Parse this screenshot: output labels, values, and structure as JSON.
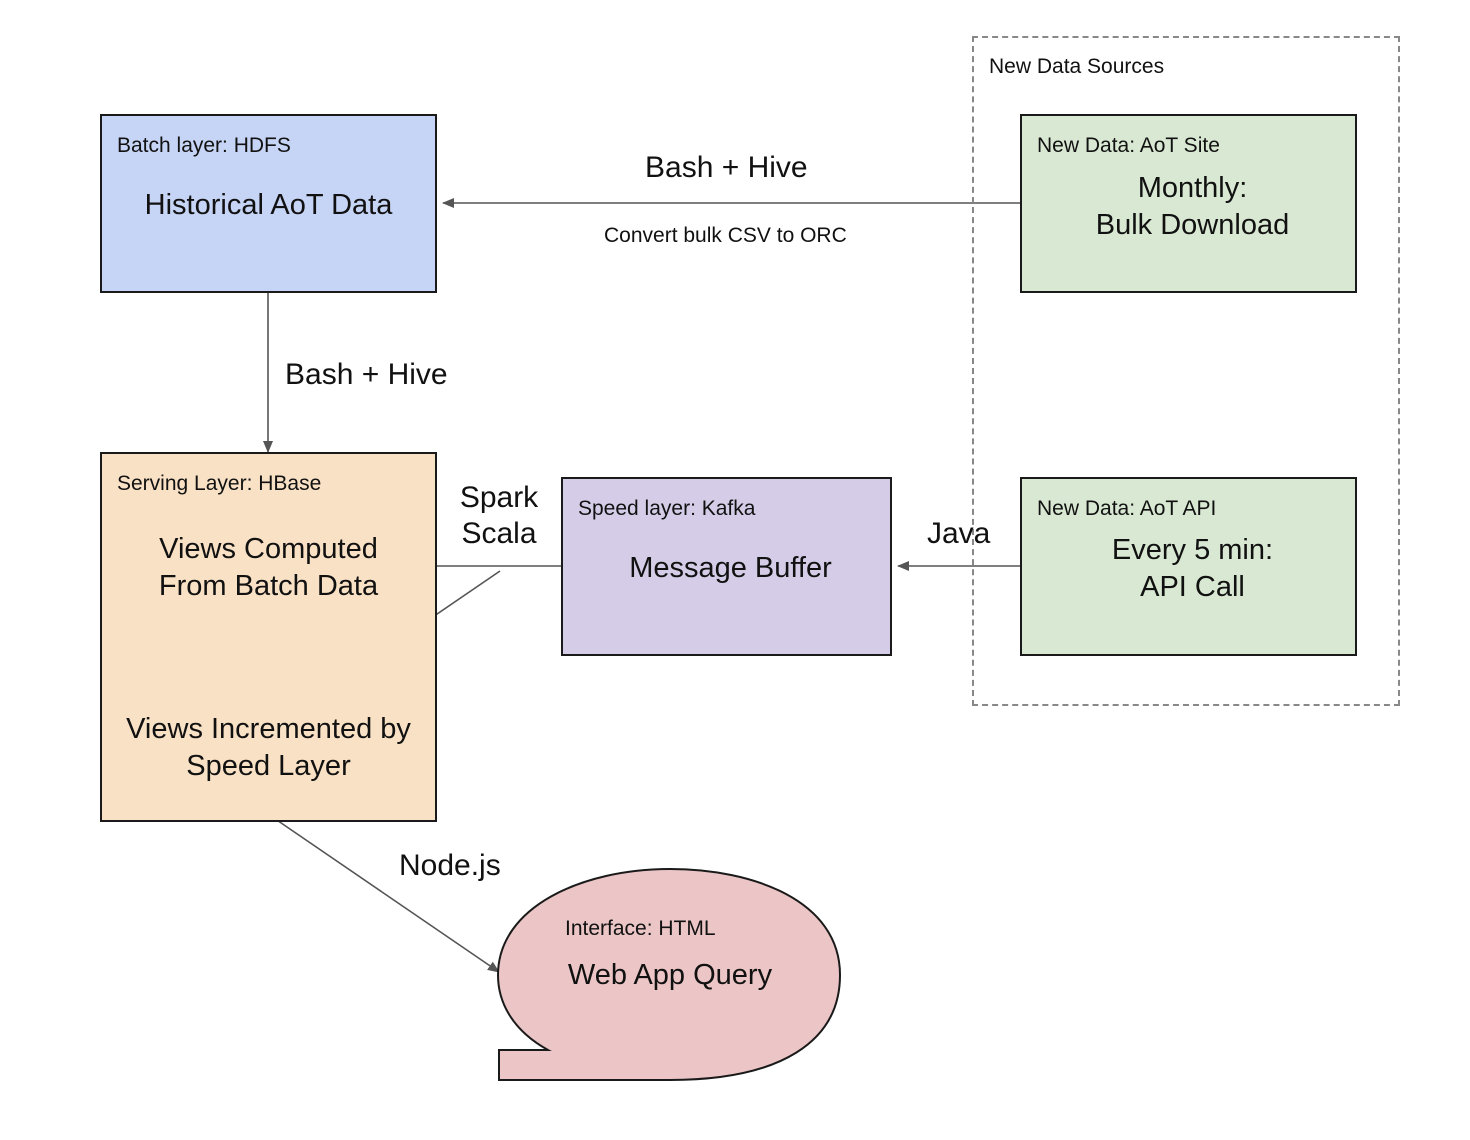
{
  "colors": {
    "batch": "#c6d4f5",
    "serving": "#f9e1c5",
    "speed": "#d5cde7",
    "source": "#d8e8d2",
    "interface": "#ecc6c6",
    "arrow": "#555555",
    "dashed_border": "#888888"
  },
  "group": {
    "title": "New Data Sources"
  },
  "nodes": {
    "batch": {
      "tag": "Batch layer: HDFS",
      "title": "Historical AoT Data"
    },
    "serving": {
      "tag": "Serving Layer: HBase",
      "view_batch": "Views Computed\nFrom Batch Data",
      "view_speed": "Views Incremented by\nSpeed Layer"
    },
    "speed": {
      "tag": "Speed layer: Kafka",
      "title": "Message Buffer"
    },
    "site": {
      "tag": "New Data: AoT Site",
      "title": "Monthly:\nBulk Download"
    },
    "api": {
      "tag": "New Data: AoT API",
      "title": "Every 5 min:\nAPI Call"
    },
    "interface": {
      "tag": "Interface: HTML",
      "title": "Web App Query"
    }
  },
  "edges": {
    "site_to_batch": {
      "label": "Bash + Hive",
      "sublabel": "Convert bulk CSV to ORC"
    },
    "batch_to_serving": {
      "label": "Bash + Hive"
    },
    "speed_to_serving": {
      "label": "Spark\nScala"
    },
    "api_to_speed": {
      "label": "Java"
    },
    "serving_to_interface": {
      "label": "Node.js"
    }
  }
}
